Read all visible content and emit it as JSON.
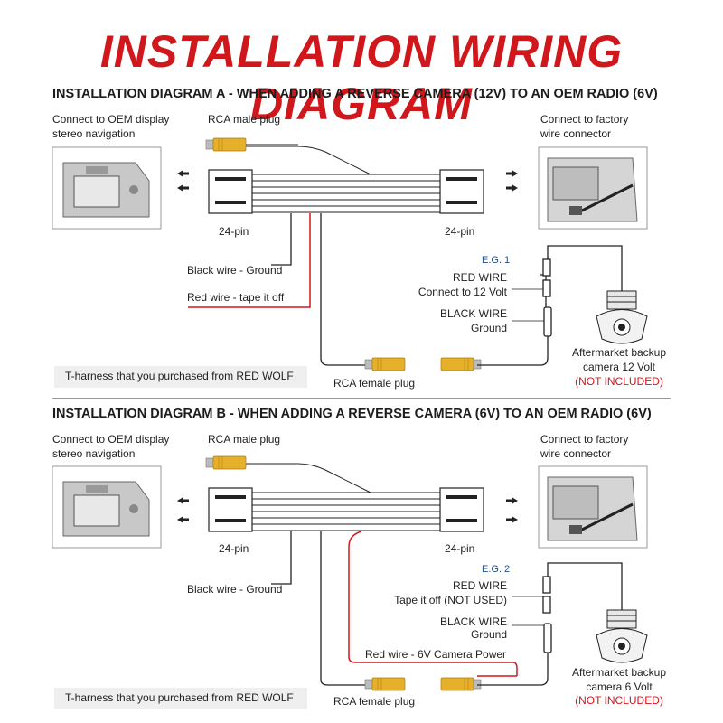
{
  "title": "INSTALLATION WIRING DIAGRAM",
  "colors": {
    "title_red": "#d0181c",
    "wire_red": "#d0181c",
    "rca_yellow": "#e6b02a",
    "label_blue": "#1f4f8f"
  },
  "diagram_a": {
    "heading": "INSTALLATION DIAGRAM A - WHEN ADDING A REVERSE CAMERA (12V) TO AN OEM RADIO (6V)",
    "oem_display_line1": "Connect to OEM display",
    "oem_display_line2": "stereo navigation",
    "rca_male": "RCA male plug",
    "factory_line1": "Connect to factory",
    "factory_line2": "wire connector",
    "pin_left": "24-pin",
    "pin_right": "24-pin",
    "black_wire": "Black wire -  Ground",
    "red_wire": "Red wire - tape it off",
    "eg": "E.G. 1",
    "cam_red_wire": "RED WIRE",
    "cam_red_desc": "Connect to 12 Volt",
    "cam_black_wire": "BLACK WIRE",
    "cam_black_desc": "Ground",
    "camera_line1": "Aftermarket backup",
    "camera_line2": "camera 12 Volt",
    "not_included": "(NOT INCLUDED)",
    "harness": "T-harness that you purchased from RED WOLF",
    "rca_female": "RCA female plug"
  },
  "diagram_b": {
    "heading": "INSTALLATION DIAGRAM B - WHEN ADDING A REVERSE CAMERA (6V) TO AN OEM RADIO (6V)",
    "oem_display_line1": "Connect to OEM display",
    "oem_display_line2": "stereo navigation",
    "rca_male": "RCA male plug",
    "factory_line1": "Connect to factory",
    "factory_line2": "wire connector",
    "pin_left": "24-pin",
    "pin_right": "24-pin",
    "black_wire": "Black wire -  Ground",
    "eg": "E.G. 2",
    "cam_red_wire": "RED WIRE",
    "cam_red_desc": "Tape it off (NOT USED)",
    "cam_black_wire": "BLACK WIRE",
    "cam_black_desc": "Ground",
    "red_power": "Red wire - 6V Camera Power",
    "camera_line1": "Aftermarket backup",
    "camera_line2": "camera 6 Volt",
    "not_included": "(NOT INCLUDED)",
    "harness": "T-harness that you purchased from RED WOLF",
    "rca_female": "RCA female plug"
  }
}
